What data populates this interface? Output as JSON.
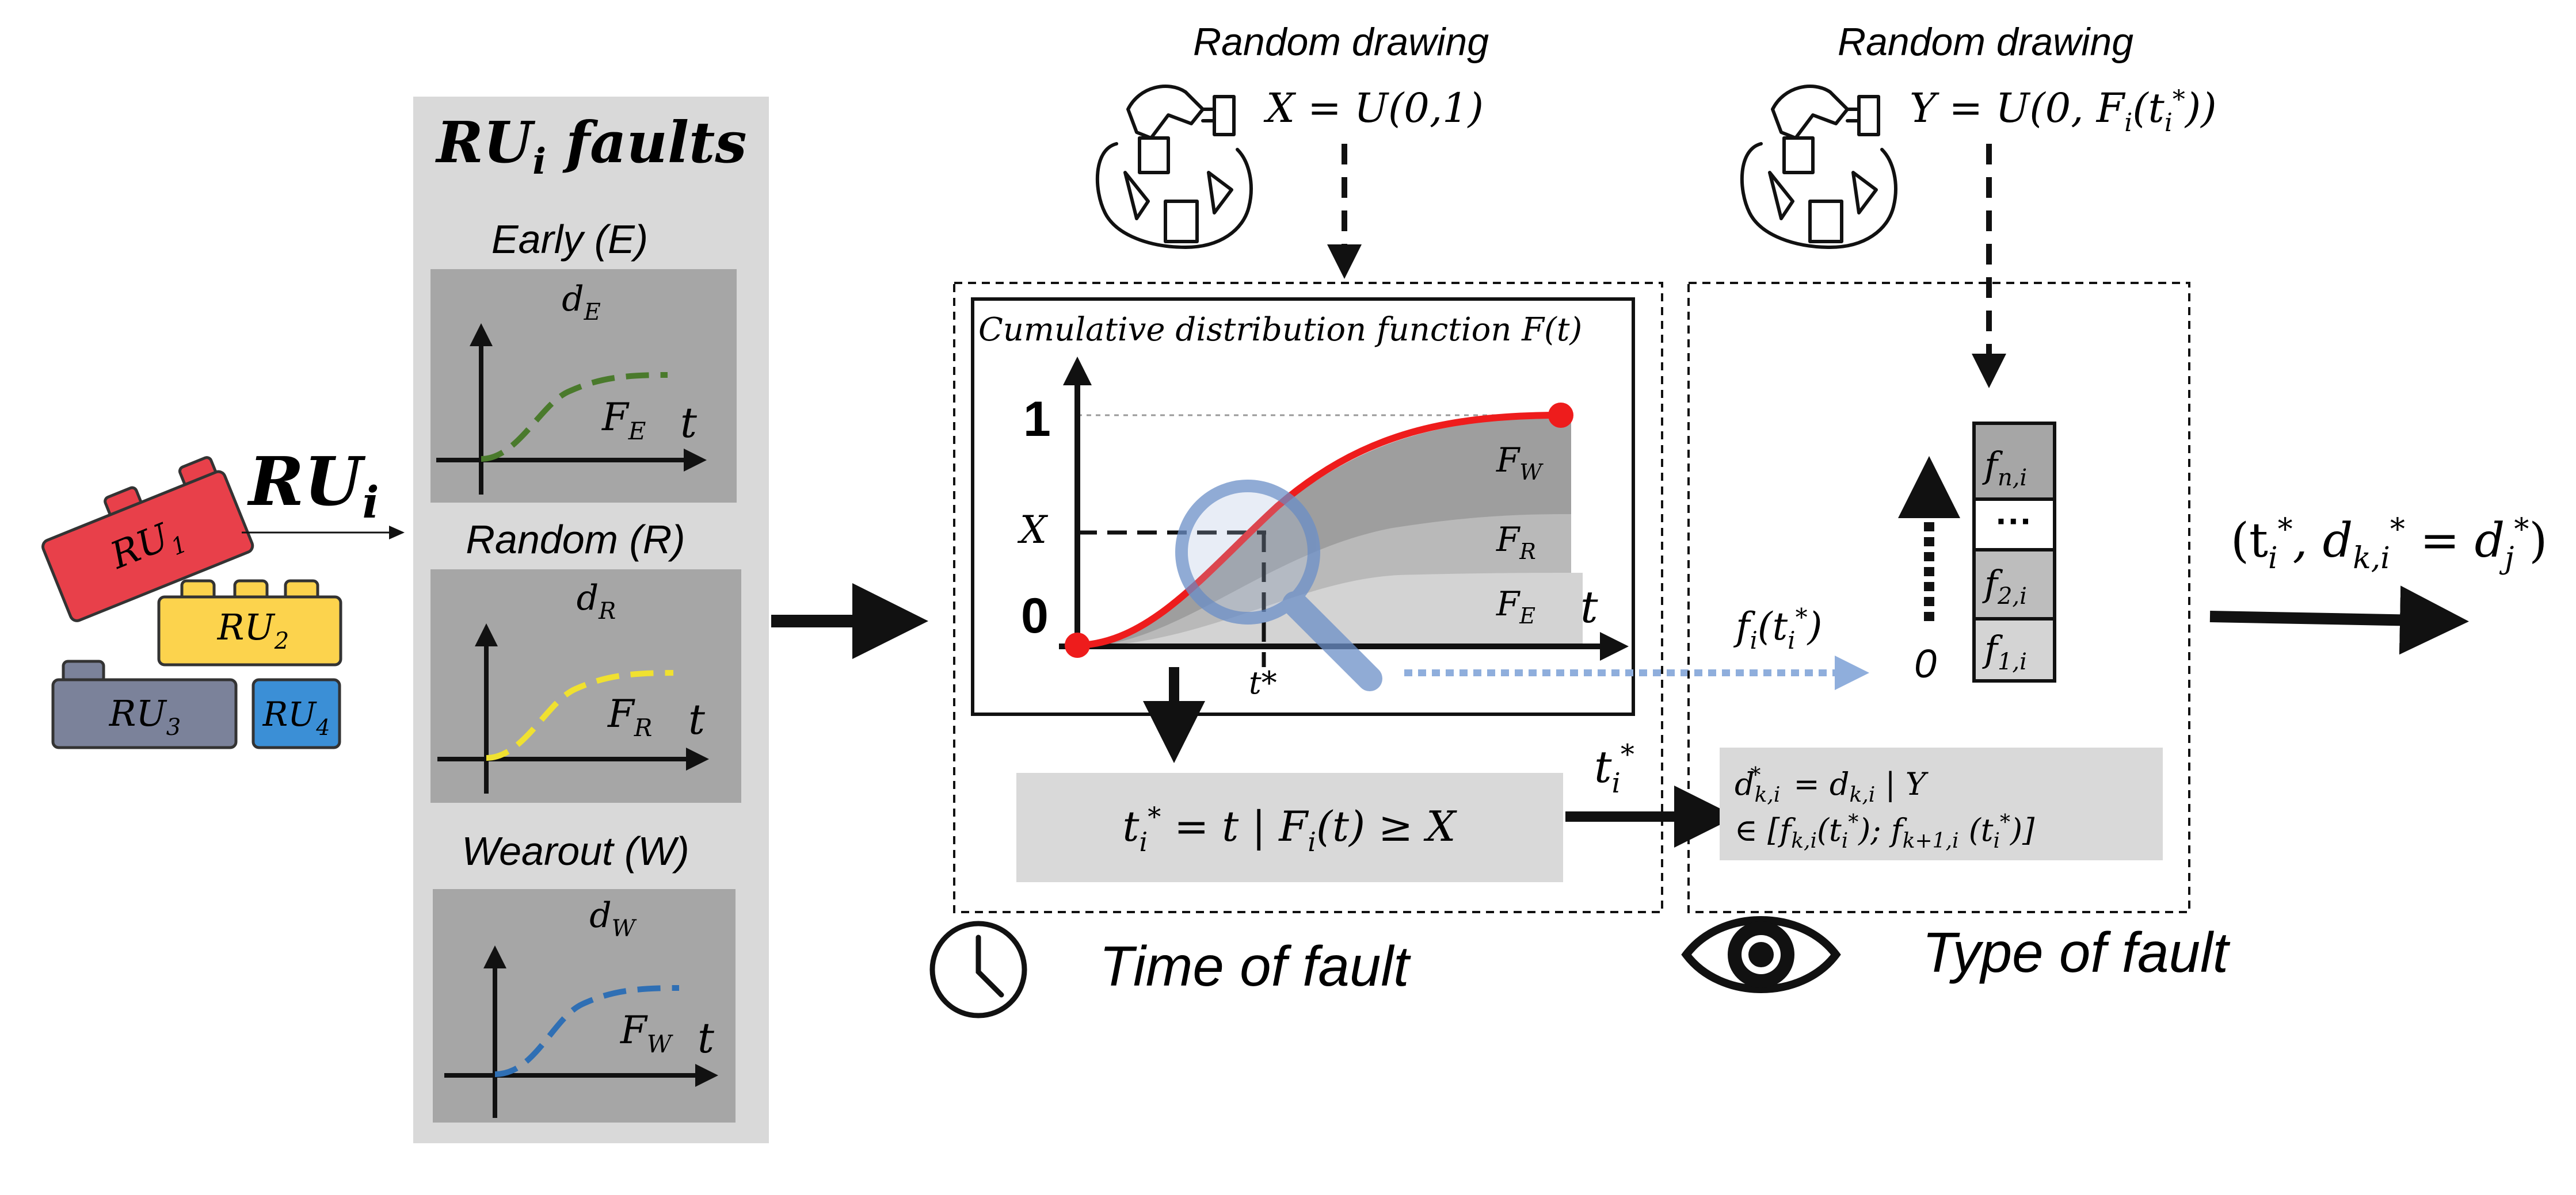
{
  "ru": {
    "main_label": "RU",
    "main_sub": "i",
    "blocks": [
      {
        "base": "RU",
        "sub": "1",
        "color": "#e8404a"
      },
      {
        "base": "RU",
        "sub": "2",
        "color": "#fcd34d"
      },
      {
        "base": "RU",
        "sub": "3",
        "color": "#7b829a"
      },
      {
        "base": "RU",
        "sub": "4",
        "color": "#3b8fd6"
      }
    ]
  },
  "faults_panel": {
    "title_base": "RU",
    "title_sub": "i",
    "title_rest": " faults",
    "faults": [
      {
        "title": "Early (E)",
        "d_sub": "E",
        "F_sub": "E",
        "axis_label": "t",
        "color": "#4a7a2c"
      },
      {
        "title": "Random (R)",
        "d_sub": "R",
        "F_sub": "R",
        "axis_label": "t",
        "color": "#f0e130"
      },
      {
        "title": "Wearout (W)",
        "d_sub": "W",
        "F_sub": "W",
        "axis_label": "t",
        "color": "#2f6fb4"
      }
    ]
  },
  "time_section": {
    "random_drawing": "Random drawing",
    "x_formula": "X = U(0,1)",
    "cdf_title": "Cumulative distribution function F(t)",
    "y_tick_1": "1",
    "y_tick_0": "0",
    "x_marker": "X",
    "t_axis": "t",
    "t_star": "t*",
    "band_labels": {
      "W": "W",
      "R": "R",
      "E": "E"
    },
    "formula_lhs": "t",
    "formula_rhs": " = t | F",
    "formula_tail": "(t) ≥ X",
    "arrow_label": "t",
    "caption": "Time of fault"
  },
  "type_section": {
    "random_drawing": "Random drawing",
    "y_formula": "Y = U(0, F",
    "f_label": "f",
    "zero_label": "0",
    "stack": [
      {
        "text": "f",
        "sub": "n,i"
      },
      {
        "text": "···",
        "sub": ""
      },
      {
        "text": "f",
        "sub": "2,i"
      },
      {
        "text": "f",
        "sub": "1,i"
      }
    ],
    "box_line1_a": "d",
    "box_line1_b": " = d",
    "box_line1_c": " | Y",
    "box_line2": "∈ [f",
    "caption": "Type of fault"
  },
  "output": {
    "text": "(t"
  }
}
